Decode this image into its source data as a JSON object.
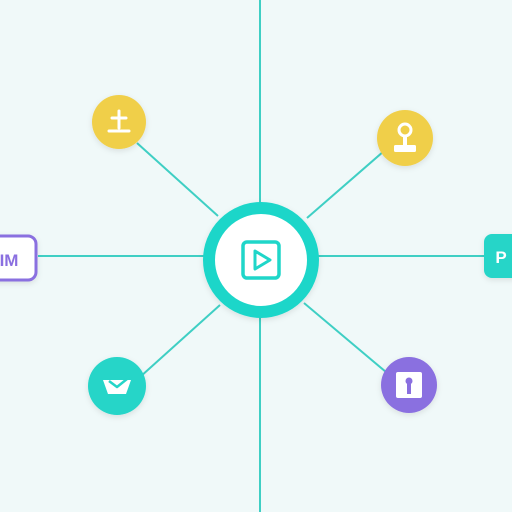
{
  "colors": {
    "background": "#f0f9f9",
    "connector": "#3fcfc4",
    "hub": "#1fd6c9",
    "yellow": "#f0cf4a",
    "teal": "#25d5c8",
    "purple": "#8a6fe0",
    "white": "#ffffff"
  },
  "hub": {
    "icon": "play-icon"
  },
  "nodes": [
    {
      "id": "top-left",
      "shape": "circle",
      "color": "yellow",
      "icon": "upload-icon"
    },
    {
      "id": "top-right",
      "shape": "circle",
      "color": "yellow",
      "icon": "joystick-icon"
    },
    {
      "id": "bottom-left",
      "shape": "circle",
      "color": "teal",
      "icon": "tray-icon"
    },
    {
      "id": "bottom-right",
      "shape": "circle",
      "color": "purple",
      "icon": "lock-icon"
    },
    {
      "id": "left",
      "shape": "tag",
      "color": "purple",
      "label": "IM"
    },
    {
      "id": "right",
      "shape": "tag",
      "color": "teal",
      "label": "P"
    }
  ]
}
